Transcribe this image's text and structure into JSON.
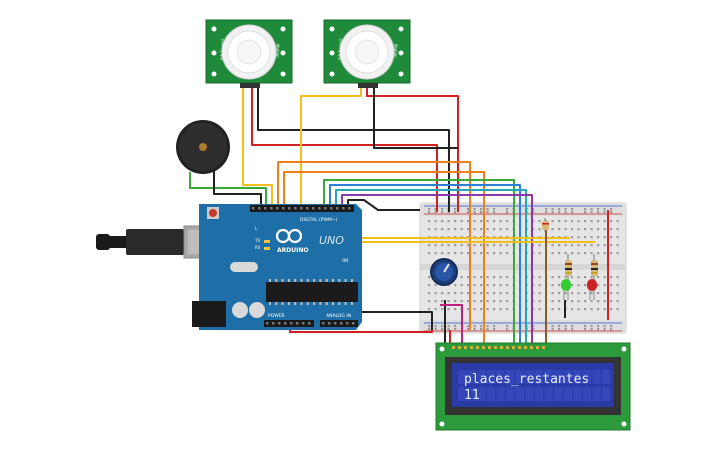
{
  "arduino": {
    "brand": "ARDUINO",
    "model": "UNO",
    "digital_label": "DIGITAL (PWM~)",
    "power_label": "POWER",
    "analog_label": "ANALOG IN",
    "tx_label": "TX",
    "rx_label": "RX",
    "l_label": "L",
    "on_label": "ON"
  },
  "pir_sensors": [
    {
      "label_left": "PIR Sensor",
      "label_right": "Motion"
    },
    {
      "label_left": "PIR Sensor",
      "label_right": "Motion"
    }
  ],
  "lcd": {
    "line1": "places_restantes",
    "line2": "11"
  },
  "leds": [
    {
      "color_name": "green-led",
      "color": "#33cc33"
    },
    {
      "color_name": "red-led",
      "color": "#cc2222"
    }
  ],
  "colors": {
    "board": "#1e6fa8",
    "pir_pcb": "#1f8a3a",
    "lcd_pcb": "#2d9a3c",
    "lcd_screen": "#2a3ba8",
    "breadboard": "#e8e8e8"
  }
}
